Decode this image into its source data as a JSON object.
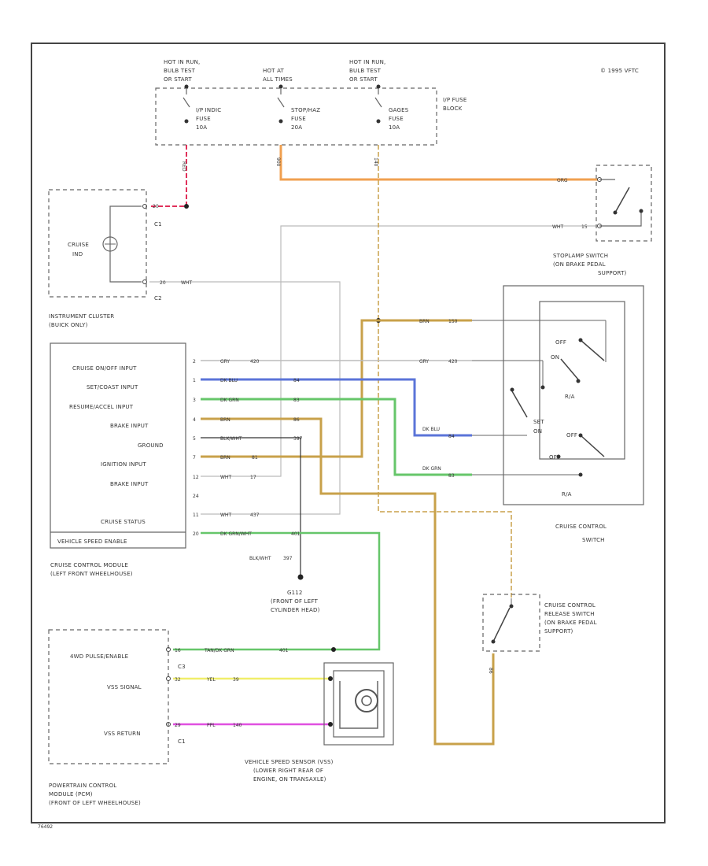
{
  "copyright": "© 1995 VFTC",
  "diagram_id": "76492",
  "power": {
    "hot_run_bulb_left": [
      "HOT IN RUN,",
      "BULB TEST",
      "OR START"
    ],
    "hot_at_all_times": [
      "HOT AT",
      "ALL TIMES"
    ],
    "hot_run_bulb_right": [
      "HOT IN RUN,",
      "BULB TEST",
      "OR START"
    ],
    "fuse_ip_indic": [
      "I/P INDIC",
      "FUSE",
      "10A"
    ],
    "fuse_stop_haz": [
      "STOP/HAZ",
      "FUSE",
      "20A"
    ],
    "fuse_gages": [
      "GAGES",
      "FUSE",
      "10A"
    ],
    "fuse_block": [
      "I/P FUSE",
      "BLOCK"
    ]
  },
  "cluster": {
    "lamp_label": [
      "CRUISE",
      "IND"
    ],
    "c1": "C1",
    "c2": "C2",
    "title": [
      "INSTRUMENT CLUSTER",
      "(BUICK ONLY)"
    ]
  },
  "stoplamp": {
    "title": [
      "STOPLAMP SWITCH",
      "(ON BRAKE PEDAL",
      "SUPPORT)"
    ]
  },
  "module": {
    "inputs": [
      "CRUISE ON/OFF INPUT",
      "SET/COAST INPUT",
      "RESUME/ACCEL INPUT",
      "BRAKE INPUT",
      "GROUND",
      "IGNITION INPUT",
      "BRAKE INPUT",
      "",
      "CRUISE STATUS",
      "VEHICLE SPEED ENABLE"
    ],
    "pins": [
      "2",
      "1",
      "3",
      "4",
      "5",
      "7",
      "12",
      "24",
      "11",
      "20"
    ],
    "title": [
      "CRUISE CONTROL MODULE",
      "(LEFT FRONT WHEELHOUSE)"
    ]
  },
  "wires": {
    "red": "RED",
    "org": "ORG",
    "wht_b": "WHT",
    "wht_c2": "WHT",
    "gry": "GRY",
    "dk_blu": "DK BLU",
    "dk_grn": "DK GRN",
    "brn": "BRN",
    "blk_wht": "BLK/WHT",
    "brn_2": "BRN",
    "wht_4": "WHT",
    "wht_5": "WHT",
    "dk_grn_wht": "DK GRN/WHT",
    "tan": "TAN",
    "yel": "YEL",
    "ppl": "PPL",
    "tan_dkgrn": "TAN/DK GRN",
    "blk_wht_ground": "BLK/WHT",
    "brn_sw": "BRN",
    "gry_sw": "GRY",
    "dk_blu_sw": "DK BLU",
    "dk_grn_sw": "DK GRN"
  },
  "circuits": [
    "420",
    "17",
    "84",
    "83",
    "86",
    "150",
    "397",
    "20",
    "81",
    "437",
    "900",
    "401",
    "15",
    "140",
    "39"
  ],
  "cruise_switch": {
    "off": "OFF",
    "on": "ON",
    "set": "SET",
    "r_a": "R/A",
    "title": [
      "CRUISE CONTROL",
      "SWITCH"
    ]
  },
  "ground": {
    "id": "G112",
    "title": [
      "G112",
      "(FRONT OF LEFT",
      "CYLINDER HEAD)"
    ]
  },
  "release_switch": {
    "title": [
      "CRUISE CONTROL",
      "RELEASE SWITCH",
      "(ON BRAKE PEDAL",
      "SUPPORT)"
    ]
  },
  "pcm": {
    "rows": [
      "4WD PULSE/ENABLE",
      "VSS SIGNAL",
      "VSS RETURN"
    ],
    "pins": [
      "16",
      "32",
      "29"
    ],
    "c3": "C3",
    "c1": "C1",
    "title": [
      "POWERTRAIN CONTROL",
      "MODULE (PCM)",
      "(FRONT OF LEFT WHEELHOUSE)"
    ]
  },
  "vss": {
    "title": [
      "VEHICLE SPEED SENSOR (VSS)",
      "(LOWER RIGHT REAR OF",
      "ENGINE, ON TRANSAXLE)"
    ]
  },
  "colors": {
    "red": "#e0305a",
    "orange": "#f0a050",
    "tan": "#c8a14a",
    "blue": "#5b74d8",
    "green": "#66c66a",
    "yellow": "#f0ee6a",
    "purple": "#e050e0",
    "wire_grey": "#bbbbbb"
  }
}
